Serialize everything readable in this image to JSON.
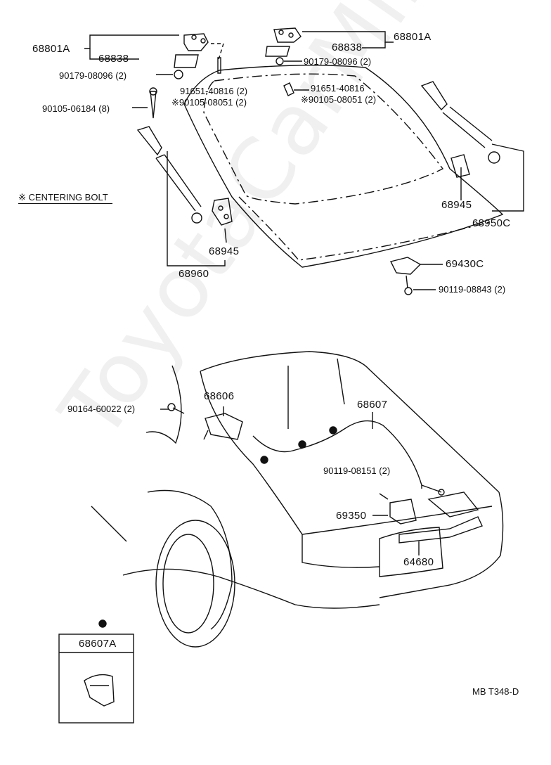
{
  "labels": {
    "p68801a_left": "68801A",
    "p68838_left": "68838",
    "p90179_left": "90179-08096 (2)",
    "p90105_06184": "90105-06184 (8)",
    "p91651_left": "91651-40816 (2)",
    "p90105_08051_left": "※90105-08051 (2)",
    "centering_bolt": "※ CENTERING BOLT",
    "p68945_left": "68945",
    "p68960": "68960",
    "p68801a_right": "68801A",
    "p68838_right": "68838",
    "p90179_right": "90179-08096 (2)",
    "p91651_right": "91651-40816",
    "p90105_08051_right": "※90105-08051 (2)",
    "p68945_right": "68945",
    "p68950c": "68950C",
    "p69430c": "69430C",
    "p90119_08843": "90119-08843 (2)",
    "p90164": "90164-60022 (2)",
    "p68606": "68606",
    "p68607": "68607",
    "p90119_08151": "90119-08151 (2)",
    "p69350": "69350",
    "p64680": "64680",
    "p68607a": "68607A",
    "code": "MB T348-D"
  },
  "watermark": "ToyotaCarMine.ru"
}
